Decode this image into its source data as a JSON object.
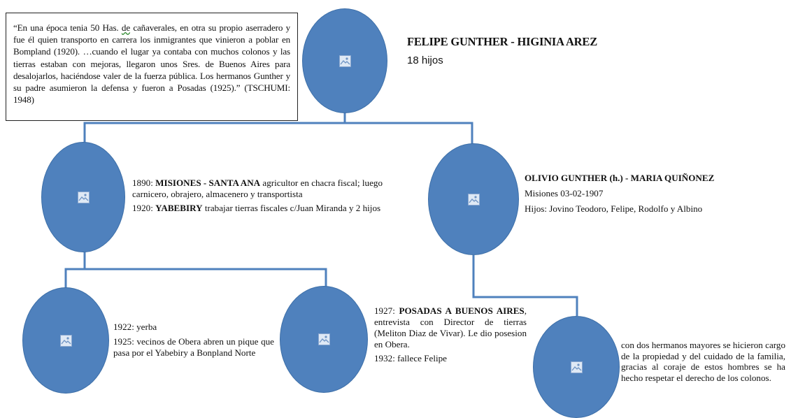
{
  "quote": {
    "pre": "“En una época tenia 50 Has. ",
    "underlined": "de",
    "post": " cañaverales, en otra su propio aserradero y fue él quien transporto en carrera los inmigrantes que vinieron a poblar en Bompland (1920). …cuando el lugar ya contaba con muchos colonos y las tierras estaban con mejoras, llegaron unos Sres. de Buenos Aires para desalojarlos, haciéndose valer de la fuerza pública. Los hermanos Gunther y su padre asumieron la defensa y fueron a Posadas (1925).” (TSCHUMI: 1948)"
  },
  "root": {
    "title": "FELIPE GUNTHER - HIGINIA AREZ",
    "subtitle": "18 hijos"
  },
  "left_branch": {
    "l1_year": "1890: ",
    "l1_bold": "MISIONES - SANTA ANA",
    "l1_rest": " agricultor en chacra fiscal; luego carnicero, obrajero,  almacenero y transportista",
    "l2_year": "1920: ",
    "l2_bold": "YABEBIRY",
    "l2_rest": " trabajar tierras fiscales c/Juan Miranda  y 2 hijos"
  },
  "right_branch": {
    "name": "OLIVIO GUNTHER (h.) - MARIA QUIÑONEZ",
    "line1": "Misiones  03-02-1907",
    "line2": "Hijos:  Jovino  Teodoro, Felipe,  Rodolfo  y  Albino"
  },
  "leaf1": {
    "line1": "1922: yerba",
    "line2": "1925: vecinos de Obera abren un pique que pasa por el Yabebiry a Bonpland Norte"
  },
  "leaf2": {
    "year": "1927: ",
    "bold": "POSADAS A BUENOS AIRES",
    "rest": ", entrevista con Director de tierras (Meliton Diaz de Vivar). Le dio posesion en Obera.",
    "line2": "1932:  fallece Felipe"
  },
  "leaf3": {
    "text": "con dos hermanos mayores se hicieron cargo de la propiedad y del cuidado de la familia, gracias al coraje de estos hombres se ha hecho respetar el derecho de los colonos."
  },
  "colors": {
    "node_fill": "#4f81bd",
    "connector": "#4f81bd"
  },
  "icons": {
    "node_placeholder": "broken-image-icon"
  }
}
